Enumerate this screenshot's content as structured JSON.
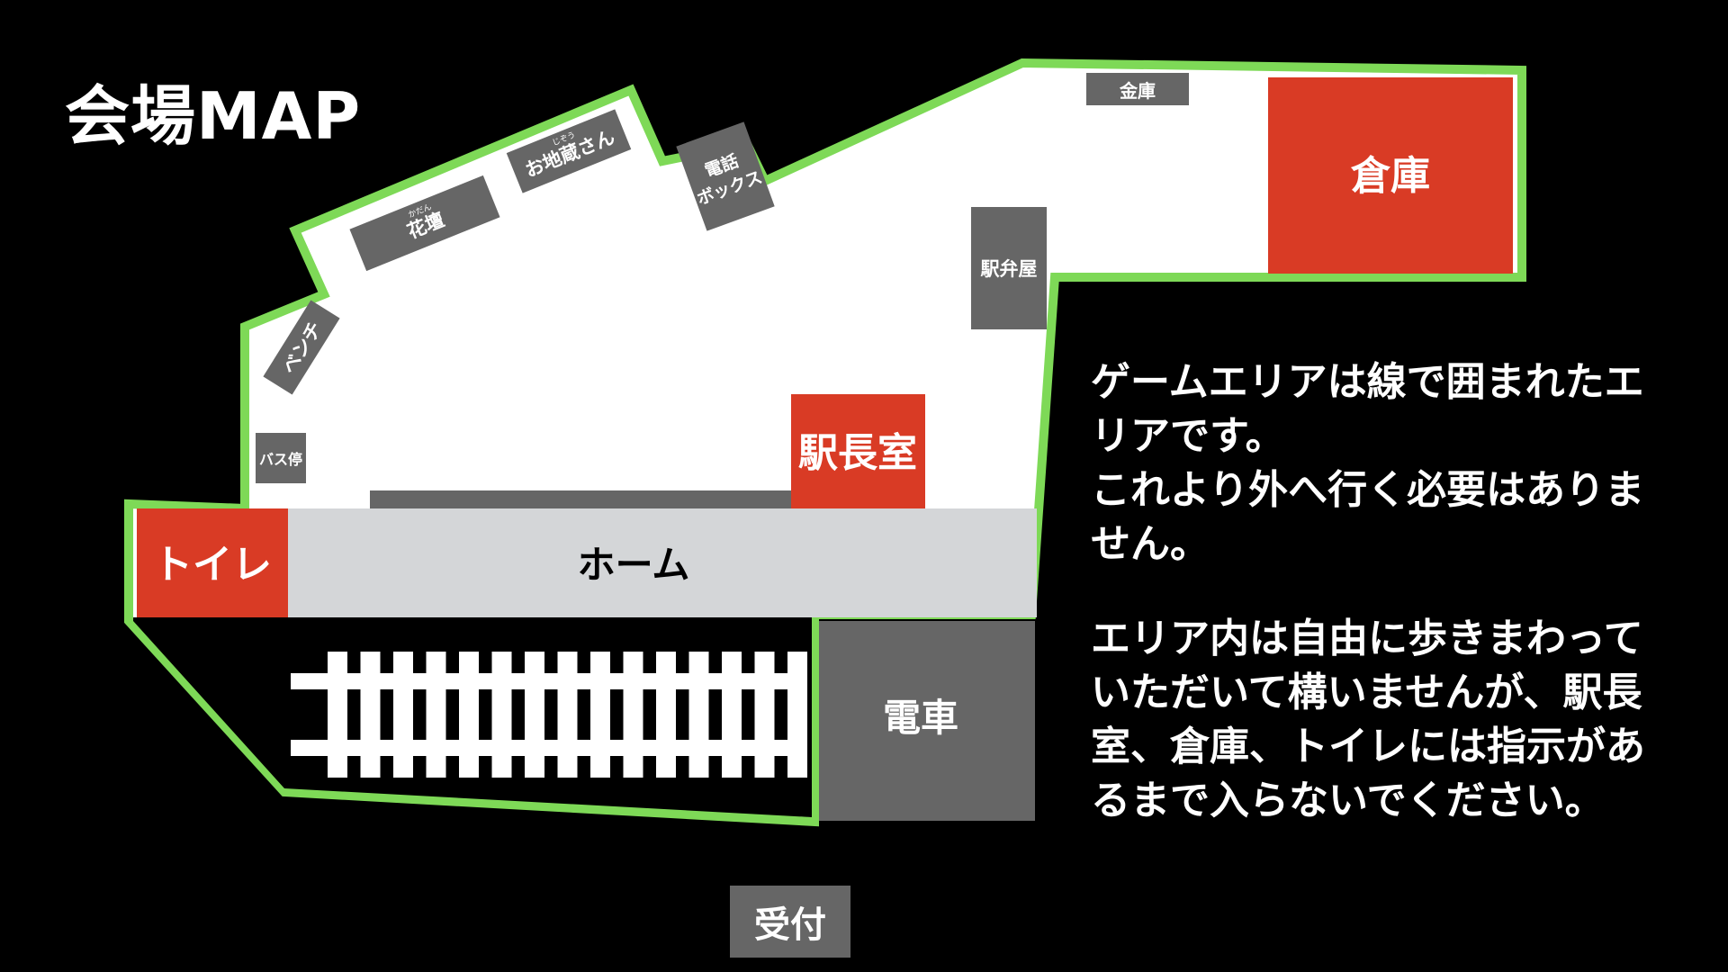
{
  "title": "会場MAP",
  "labels": {
    "kinko": "金庫",
    "souko": "倉庫",
    "ekibenya": "駅弁屋",
    "denwa_box_line1": "電話",
    "denwa_box_line2": "ボックス",
    "ojizou": "お地蔵さん",
    "ojizou_ruby": "じぞう",
    "kadan": "花壇",
    "kadan_ruby": "かだん",
    "bench": "ベンチ",
    "bus_stop": "バス停",
    "ekichoushitsu": "駅長室",
    "toilet": "トイレ",
    "home": "ホーム",
    "densha": "電車",
    "uketsuke": "受付"
  },
  "description": {
    "p1_lines": [
      "ゲームエリアは線で囲まれたエ",
      "リアです。",
      "これより外へ行く必要はありま",
      "せん。"
    ],
    "p2_lines": [
      "エリア内は自由に歩きまわって",
      "いただいて構いませんが、駅長",
      "室、倉庫、トイレには指示があ",
      "るまで入らないでください。"
    ]
  },
  "colors": {
    "background": "#000000",
    "boundary": "#7ed957",
    "floor": "#ffffff",
    "restricted": "#d93b25",
    "facility": "#666666",
    "platform": "#d4d6d8",
    "track": "#ffffff"
  }
}
